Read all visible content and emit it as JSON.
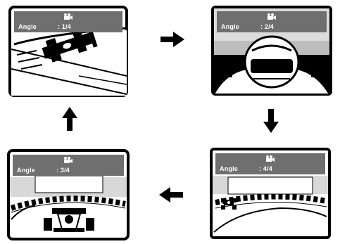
{
  "panels": [
    {
      "label": "Angle",
      "value": ": 1/4"
    },
    {
      "label": "Angle",
      "value": ": 2/4"
    },
    {
      "label": "Angle",
      "value": ": 3/4"
    },
    {
      "label": "Angle",
      "value": ": 4/4"
    }
  ],
  "icons": {
    "camera": "camera-icon",
    "arrow_right": "arrow-right-icon",
    "arrow_down": "arrow-down-icon",
    "arrow_left": "arrow-left-icon",
    "arrow_up": "arrow-up-icon"
  },
  "colors": {
    "overlay": "#6f6f6f",
    "frame": "#000000",
    "background": "#ffffff"
  }
}
